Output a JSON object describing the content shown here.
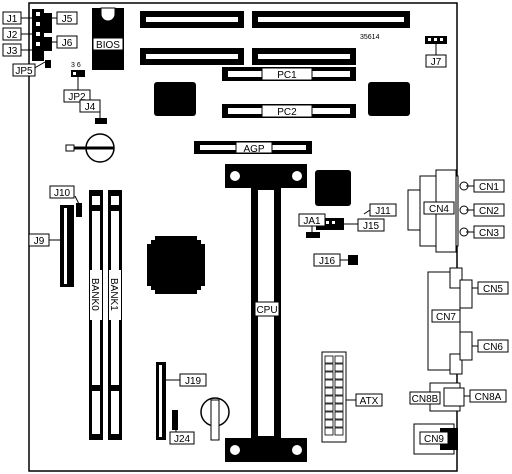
{
  "board_id": "35614",
  "bios_label": "BIOS",
  "slots": {
    "pci1": "PC1",
    "pci2": "PC2",
    "agp": "AGP"
  },
  "cpu_label": "CPU",
  "bank0_label": "BANK0",
  "bank1_label": "BANK1",
  "atx_label": "ATX",
  "jp2_pins": "3 6",
  "connectors": {
    "J1": "J1",
    "J2": "J2",
    "J3": "J3",
    "J4": "J4",
    "J5": "J5",
    "J6": "J6",
    "J7": "J7",
    "J9": "J9",
    "J10": "J10",
    "J11": "J11",
    "J15": "J15",
    "J16": "J16",
    "J19": "J19",
    "J24": "J24",
    "JA1": "JA1",
    "JP2": "JP2",
    "JP5": "JP5",
    "CN1": "CN1",
    "CN2": "CN2",
    "CN3": "CN3",
    "CN4": "CN4",
    "CN5": "CN5",
    "CN6": "CN6",
    "CN7": "CN7",
    "CN8A": "CN8A",
    "CN8B": "CN8B",
    "CN9": "CN9"
  },
  "colors": {
    "ink": "#000000",
    "paper": "#ffffff"
  }
}
